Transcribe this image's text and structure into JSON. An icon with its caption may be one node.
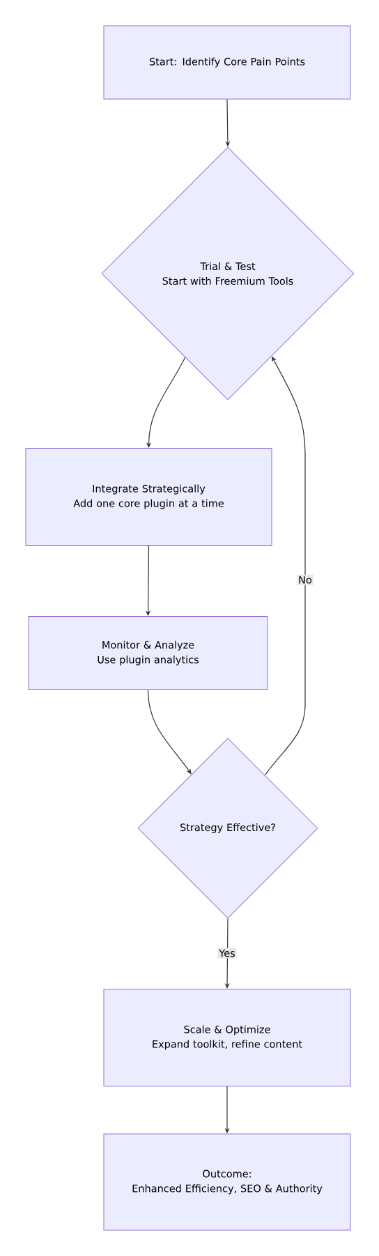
{
  "diagram": {
    "nodes": [
      {
        "text": [
          "Start: Identify Core Pain Points"
        ]
      },
      {
        "text": [
          "Trial & Test",
          "Start with Freemium Tools"
        ]
      },
      {
        "text": [
          "Integrate Strategically",
          "Add one core plugin at a time"
        ]
      },
      {
        "text": [
          "Monitor & Analyze",
          "Use plugin analytics"
        ]
      },
      {
        "text": [
          "Strategy Effective?"
        ]
      },
      {
        "text": [
          "Scale & Optimize",
          "Expand toolkit, refine content"
        ]
      },
      {
        "text": [
          "Outcome:",
          "Enhanced Efficiency, SEO & Authority"
        ]
      }
    ],
    "edges": [
      {
        "from": 0,
        "to": 1,
        "arrow": "to"
      },
      {
        "from": 1,
        "to": 2,
        "arrow": "to"
      },
      {
        "from": 2,
        "to": 3,
        "arrow": "to"
      },
      {
        "from": 3,
        "to": 4,
        "arrow": "to"
      },
      {
        "from": 4,
        "to": 5,
        "arrow": "to",
        "label": "Yes"
      },
      {
        "from": 5,
        "to": 6,
        "arrow": "to"
      },
      {
        "from": 4,
        "to": 1,
        "arrow": "to",
        "label": "No"
      }
    ]
  }
}
